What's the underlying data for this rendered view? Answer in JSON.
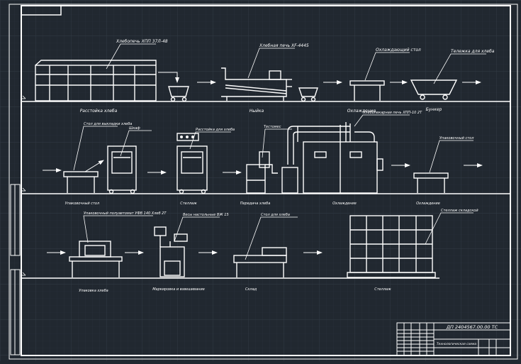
{
  "drawing": {
    "stamp_code": "ДП 2404567.00.00 ТС",
    "corner_stamp": "",
    "title_block_label": "Технологическая схема",
    "rows": [
      {
        "stations": [
          {
            "label": "Расстойка хлеба"
          },
          {
            "label": "Ныйка"
          },
          {
            "label": "Охлаждение"
          },
          {
            "label": "Бункер"
          }
        ],
        "callouts": [
          {
            "text": "Хлебопечь XПП 37Л-48"
          },
          {
            "text": "Хлебная печь XF-4445"
          },
          {
            "text": "Охлаждающий стол"
          },
          {
            "text": "Тележка для хлеба"
          }
        ]
      },
      {
        "stations": [
          {
            "label": "Упаковочный стол"
          },
          {
            "label": "Стеллаж"
          },
          {
            "label": "Передача хлеба"
          },
          {
            "label": "Охлаждение"
          },
          {
            "label": "Охлаждение"
          }
        ],
        "callouts": [
          {
            "text": "Стол для выкладки хлеба"
          },
          {
            "text": "Шкаф"
          },
          {
            "text": "Расстойка для хлеба"
          },
          {
            "text": "Тестомес"
          },
          {
            "text": "Хлебопекарная печь XПП-10 2Т"
          },
          {
            "text": "Упаковочный стол"
          }
        ]
      },
      {
        "stations": [
          {
            "label": "Упаковка хлеба"
          },
          {
            "label": "Маркировка и взвешивание"
          },
          {
            "label": "Склад"
          },
          {
            "label": "Стеллаж"
          }
        ],
        "callouts": [
          {
            "text": "Упаковочный полуавтомат УФВ 140 Хлеб 2Т"
          },
          {
            "text": "Весы настольные ВЖ 15"
          },
          {
            "text": "Стол для хлеба"
          },
          {
            "text": "Стеллаж складской"
          }
        ]
      }
    ]
  }
}
